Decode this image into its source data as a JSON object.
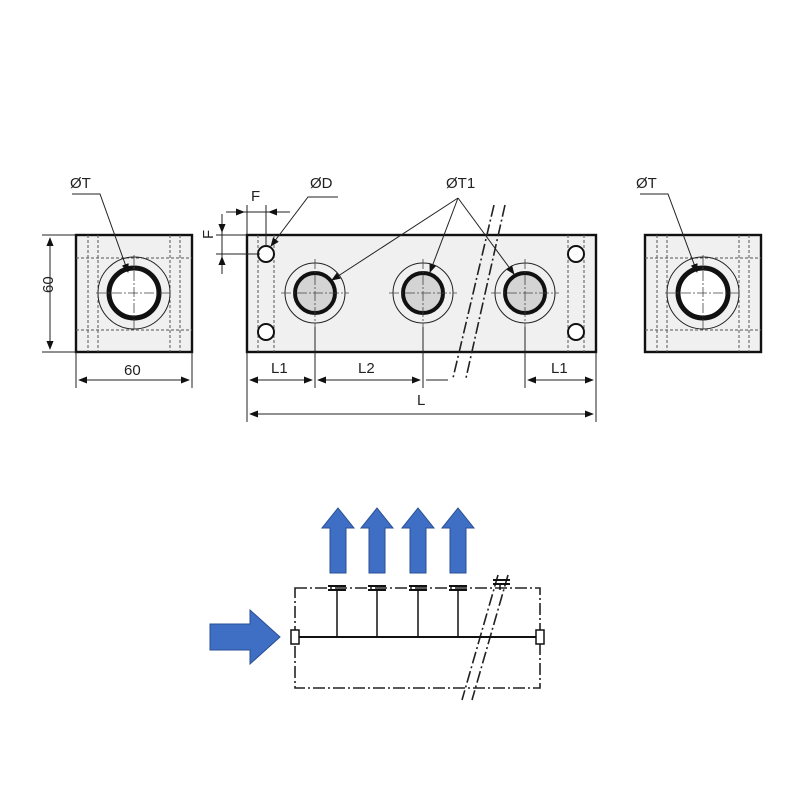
{
  "labels": {
    "left_thread": "ØT",
    "right_thread": "ØT",
    "mount_hole": "ØD",
    "outlet_thread": "ØT1",
    "offset_h": "F",
    "offset_v": "F",
    "height": "60",
    "width": "60",
    "pitch_first": "L1",
    "pitch": "L2",
    "pitch_last": "L1",
    "length": "L"
  },
  "colors": {
    "flow_arrow": "#3f6fc4",
    "flow_arrow_edge": "#2a4f94",
    "port_fill": "#d4d4d4"
  },
  "flow": {
    "inlet_count": 1,
    "outlet_count": 4
  }
}
